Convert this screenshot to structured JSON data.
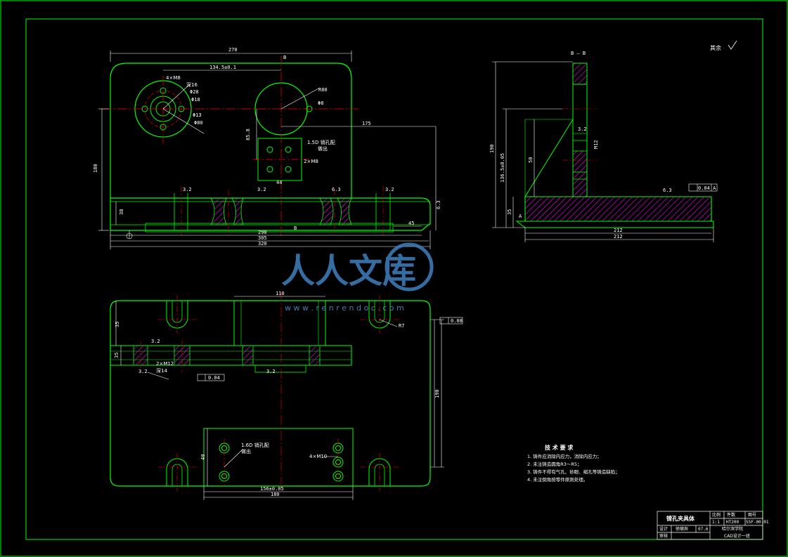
{
  "colors": {
    "background": "#000000",
    "border": "#00ff00",
    "outline": "#00ff00",
    "centerline": "#ff0000",
    "dimension": "#ffffff",
    "hatch": "#ff00ff",
    "text": "#ffffff",
    "watermark": "#3f7fbf"
  },
  "top_view": {
    "dim_overall_width": "270",
    "section_mark_top": "B",
    "dim_hole_spacing": "134.5±0.1",
    "callout_4xm8": "4×M8",
    "callout_depth": "深16",
    "callout_d1": "Φ28",
    "callout_d2": "Φ18",
    "callout_d3": "Φ13",
    "callout_d4": "Φ80",
    "callout_r80": "R80",
    "callout_d8": "Φ8",
    "dim_right_height": "175",
    "dim_vertical_left": "180",
    "dim_vertical_small": "85.8",
    "dim_vertical_base": "38",
    "slot_callout": "1.5D 销孔配",
    "slot_callout2": "做出",
    "slot_callout3": "2×M8",
    "slot_dim": "44",
    "roughness_1": "3.2",
    "roughness_2": "3.2",
    "roughness_3": "6.3",
    "roughness_4": "3.2",
    "roughness_right": "6.3",
    "section_mark_bottom": "B",
    "dim_base_1": "290",
    "dim_base_2": "305",
    "dim_base_3": "320",
    "dim_side": "45"
  },
  "section_view": {
    "label": "B — B",
    "dim_total_height": "190",
    "dim_inner_height": "136.5±0.05",
    "dim_inner_2": "50",
    "dim_base": "35",
    "dim_width_1": "212",
    "dim_width_2": "212",
    "roughness_1": "3.2",
    "roughness_2": "6.3",
    "tolerance_frame": "0.04 A",
    "datum": "A",
    "callout_small": "M12"
  },
  "front_view": {
    "dim_top": "110",
    "dim_left_1": "35",
    "dim_left_2": "35",
    "dim_right": "190",
    "dim_r": "R7",
    "callout_tol": "0.08",
    "roughness_1": "3.2",
    "roughness_2": "3.2",
    "roughness_3": "3.2",
    "callout_left": "2×M12",
    "callout_left2": "深14",
    "callout_frame": "0.04",
    "lower_callout": "1.6D 销孔配",
    "lower_callout2": "做出",
    "lower_right_callout": "4×M10",
    "dim_lower_1": "156±0.05",
    "dim_lower_2": "180",
    "dim_lower_left": "40"
  },
  "surface_mark": "其余",
  "notes": {
    "title": "技 术 要 求",
    "items": [
      "1. 铸件应消除内应力，消除内应力；",
      "2. 未注铸造圆角R3～R5；",
      "3. 铸件不得有气孔、砂眼、缩孔等铸造缺陷；",
      "4. 未注倒角按零件原则处理。"
    ]
  },
  "title_block": {
    "part_name": "镗孔夹具体",
    "scale_label": "比例",
    "qty_label": "件数",
    "drawing_no_label": "图号",
    "scale": "1:1",
    "material": "HT200",
    "drawing_no": "SSF-00-01",
    "designer_label": "设计",
    "designer": "徐啸奔",
    "date": "07.6",
    "checker_label": "审核",
    "school": "哈尔滨学院",
    "class": "CAD设计一班"
  },
  "watermark": {
    "brand": "人人文库",
    "url": "w w w . r e n r e n d o c . c o m"
  }
}
